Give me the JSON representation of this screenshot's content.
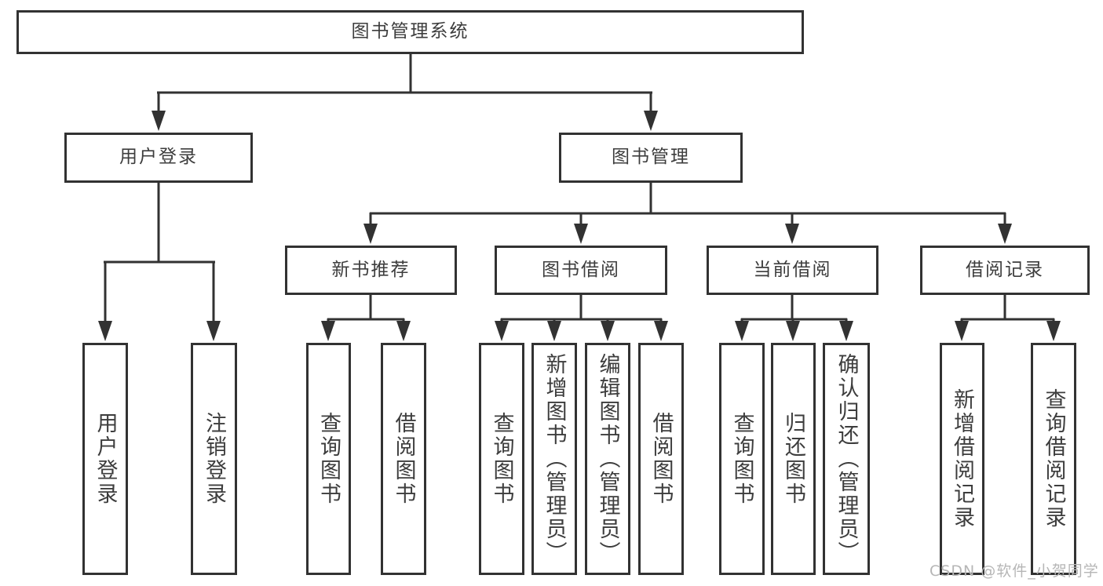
{
  "diagram": {
    "nodes": {
      "root": "图书管理系统",
      "l2": [
        "用户登录",
        "图书管理"
      ],
      "l3": [
        "新书推荐",
        "图书借阅",
        "当前借阅",
        "借阅记录"
      ],
      "leaves_user_login": [
        "用户登录",
        "注销登录"
      ],
      "leaves_new_book": [
        "查询图书",
        "借阅图书"
      ],
      "leaves_book_borrow": [
        "查询图书",
        "新增图书（管理员）",
        "编辑图书（管理员）",
        "借阅图书"
      ],
      "leaves_current_borrow": [
        "查询图书",
        "归还图书",
        "确认归还（管理员）"
      ],
      "leaves_borrow_record": [
        "新增借阅记录",
        "查询借阅记录"
      ]
    },
    "colors": {
      "line": "#323232",
      "text": "#3d3d3d",
      "watermark": "#b6b6b6",
      "background": "#ffffff"
    }
  },
  "watermark": {
    "text": "CSDN @软件_小贺同学"
  }
}
